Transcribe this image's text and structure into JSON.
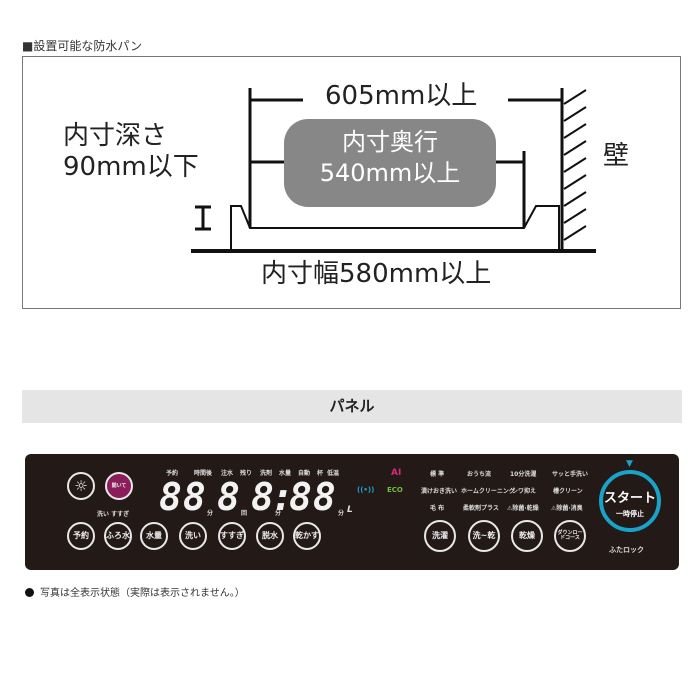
{
  "section_title": "■設置可能な防水パン",
  "diagram": {
    "depth_label_line1": "内寸深さ",
    "depth_label_line2": "90mm以下",
    "width_top": "605mm以上",
    "inner_depth_line1": "内寸奥行",
    "inner_depth_line2": "540mm以上",
    "wall_label": "壁",
    "inner_width": "内寸幅580mm以上"
  },
  "panel_header": "パネル",
  "panel": {
    "top_left_buttons": [
      {
        "name": "light",
        "label": "☼"
      },
      {
        "name": "open",
        "label": "開いて"
      }
    ],
    "wash_rinse_label": "洗い すすぎ",
    "bottom_buttons": [
      "予約",
      "ふろ水",
      "水量",
      "洗い",
      "すすぎ",
      "脱水",
      "乾かす"
    ],
    "display_labels": [
      "予約",
      "時間後",
      "注水",
      "残り",
      "洗剤",
      "水量",
      "自動",
      "杯",
      "低温"
    ],
    "display_digits": [
      "88",
      "8",
      "8",
      ":",
      "88"
    ],
    "display_units": [
      "分",
      "回",
      "分",
      "分",
      "L"
    ],
    "ai_label": "AI",
    "eco_label": "ECO",
    "wifi_icon": "((•))",
    "course_rows": [
      [
        "標 準",
        "おうち流",
        "10分洗濯",
        "サッと手洗い"
      ],
      [
        "漬けおき洗い",
        "ホームクリーニング",
        "シワ抑え",
        "槽クリーン"
      ],
      [
        "毛 布",
        "柔軟剤プラス",
        "⚠除菌·乾燥",
        "⚠除菌·消臭"
      ]
    ],
    "mode_buttons": [
      "洗濯",
      "洗~乾",
      "乾燥",
      "ダウンロードコース"
    ],
    "start_label": "スタート",
    "pause_label": "一時停止",
    "lid_lock_label": "ふたロック",
    "colors": {
      "background": "#231a18",
      "start_ring": "#1aa3c9",
      "ai": "#d9287a",
      "eco": "#6cbf3a",
      "wifi": "#1aa3c9",
      "open_button": "#8a1d5a"
    }
  },
  "note": "写真は全表示状態（実際は表示されません。）"
}
